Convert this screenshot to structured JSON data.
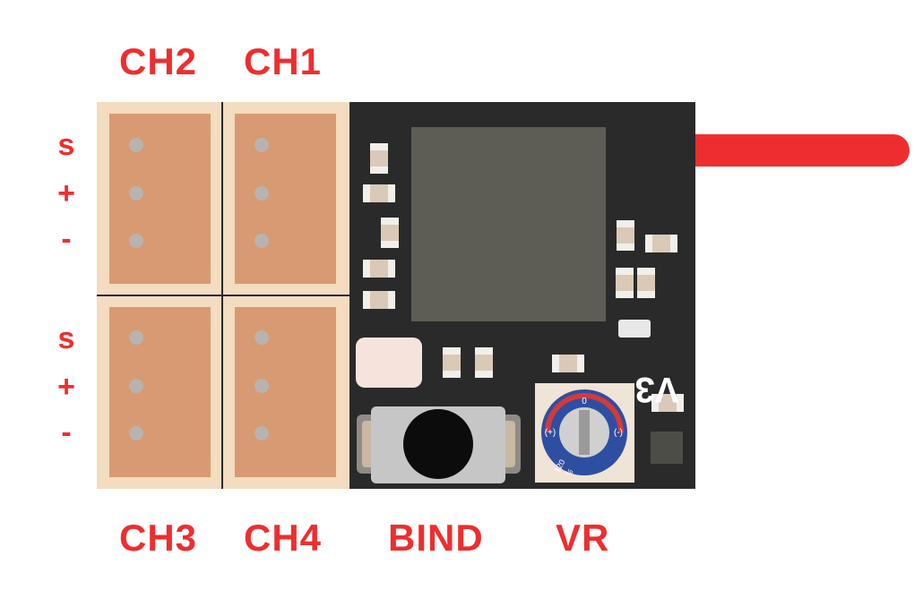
{
  "labels": {
    "ch2": "CH2",
    "ch1": "CH1",
    "ch3": "CH3",
    "ch4": "CH4",
    "bind": "BIND",
    "vr": "VR"
  },
  "pins_top": [
    "s",
    "+",
    "-"
  ],
  "pins_bottom": [
    "s",
    "+",
    "-"
  ],
  "board": {
    "version": "V3",
    "pot_marks": {
      "plus": "(+)",
      "minus": "(-)",
      "zero": "0",
      "deg": "120",
      "pct": "%"
    }
  },
  "colors": {
    "accent": "#ee2e2e",
    "board": "#2a2a2a",
    "connector_frame": "#f3dcc0",
    "connector_body": "#d89a72",
    "chip": "#5e5d55"
  }
}
